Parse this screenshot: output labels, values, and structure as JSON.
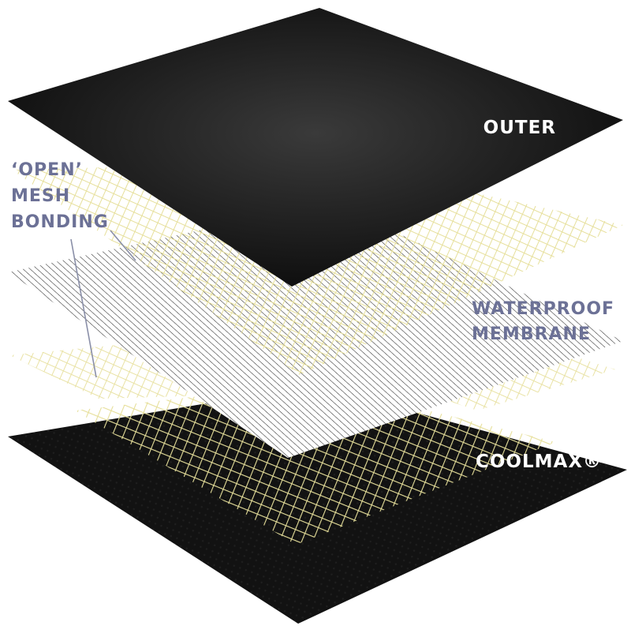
{
  "labels": {
    "outer": "OUTER",
    "mesh_line1": "‘OPEN’",
    "mesh_line2": "MESH",
    "mesh_line3": "BONDING",
    "membrane_line1": "WATERPROOF",
    "membrane_line2": "MEMBRANE",
    "coolmax": "COOLMAX®"
  },
  "colors": {
    "outer_layer": "#1b1b1b",
    "mesh": "#e6df9a",
    "membrane_hatch": "#2a2a2a",
    "base_fabric": "#121212",
    "side_label": "#6c7196",
    "leader_line": "#8a8fa8"
  }
}
